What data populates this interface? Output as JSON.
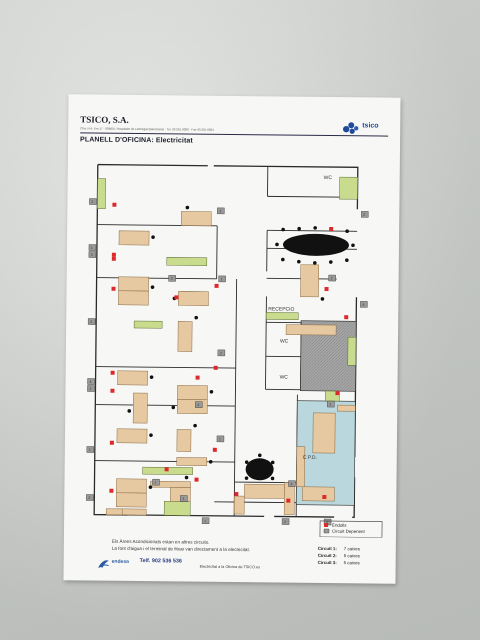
{
  "sheet": {
    "company": "TSICO, S.A.",
    "address": "Ctra. N-II, Km 17 · 08660 L'Hospitalet de Llobregat (Barcelona) · Tel. 93 261 0000 · Fax 93 261 0001",
    "logo_text": "tsico",
    "plan_title": "PLANELL D'OFICINA: Electricitat",
    "rooms": {
      "wc_top": "WC",
      "recepcio": "RECEPCIO",
      "wc_a": "WC",
      "wc_b": "WC",
      "cpd": "C.P.D."
    },
    "circuit_numbers": [
      "2",
      "3",
      "1",
      "2",
      "3",
      "4",
      "2",
      "1",
      "2",
      "1",
      "3",
      "2",
      "4",
      "1",
      "1",
      "3",
      "1",
      "2",
      "2",
      "4",
      "1",
      "2",
      "3",
      "4"
    ],
    "legend": {
      "endolls": "Endolls",
      "circuit_depenent": "Circuit Depenent",
      "circuit1_label": "Circuit 1:",
      "circuit1_value": "7 caixes",
      "circuit2_label": "Circuit 2:",
      "circuit2_value": "5 caixes",
      "circuit3_label": "Circuit 3:",
      "circuit3_value": "5 caixes"
    },
    "notes": {
      "line1": "Els Àrees Acondicionats estan en altres circuits.",
      "line2": "La font d'aigua i el terminal de fitxar van directament a la electricitat."
    },
    "footer": {
      "endesa": "endesa",
      "tel": "Telf. 902 536 536",
      "caption": "Electricitat a la Oficina de TSICO.es"
    },
    "colors": {
      "desk": "#e6c9a0",
      "cabinet": "#c9dc8e",
      "outlet": "#dc2a2a",
      "cpd": "#b9d7dc",
      "hatch": "#9a9a9a",
      "brand": "#1e4a9a"
    }
  }
}
